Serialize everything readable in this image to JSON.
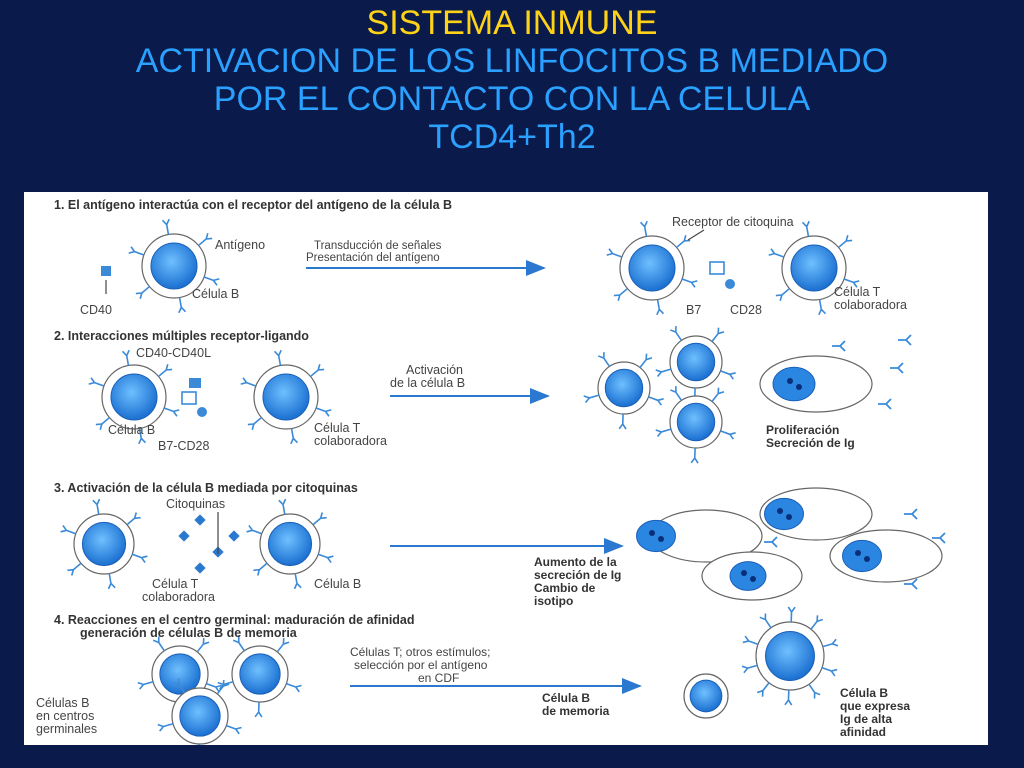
{
  "slide": {
    "title": "SISTEMA INMUNE",
    "subtitle_line1": "ACTIVACION DE LOS LINFOCITOS B MEDIADO",
    "subtitle_line2": "POR EL CONTACTO CON LA CELULA",
    "subtitle_line3": "TCD4+Th2"
  },
  "colors": {
    "background": "#0a1a4a",
    "title": "#ffd21a",
    "subtitle": "#2aa0ff",
    "cell": "#2a86e0",
    "arrow": "#2a78d0",
    "receptor": "#3a8ad8"
  },
  "panel1": {
    "heading": "1. El antígeno interactúa con el receptor del antígeno de la célula B",
    "antigen": "Antígeno",
    "cd40": "CD40",
    "b_cell": "Célula B",
    "arrow_line1": "Transducción de señales",
    "arrow_line2": "Presentación del antígeno",
    "cytokine_receptor": "Receptor de citoquina",
    "b7": "B7",
    "cd28": "CD28",
    "t_cell_line1": "Célula T",
    "t_cell_line2": "colaboradora"
  },
  "panel2": {
    "heading": "2. Interacciones múltiples receptor-ligando",
    "cd40l": "CD40-CD40L",
    "b_cell": "Célula B",
    "b7cd28": "B7-CD28",
    "t_cell_line1": "Célula T",
    "t_cell_line2": "colaboradora",
    "arrow_line1": "Activación",
    "arrow_line2": "de la célula B",
    "result_line1": "Proliferación",
    "result_line2": "Secreción de Ig"
  },
  "panel3": {
    "heading": "3. Activación de la célula B mediada por citoquinas",
    "cytokines": "Citoquinas",
    "t_cell_line1": "Célula T",
    "t_cell_line2": "colaboradora",
    "b_cell": "Célula B",
    "result_line1": "Aumento de la",
    "result_line2": "secreción de Ig",
    "result_line3": "Cambio de",
    "result_line4": "isotipo"
  },
  "panel4": {
    "heading_line1": "4. Reacciones en el centro germinal: maduración de afinidad",
    "heading_line2": "generación de células B de memoria",
    "arrow_line1": "Células T; otros estímulos;",
    "arrow_line2": "selección por el antígeno",
    "arrow_line3": "en CDF",
    "left_line1": "Células B",
    "left_line2": "en centros",
    "left_line3": "germinales",
    "memory_line1": "Célula B",
    "memory_line2": "de memoria",
    "hi_line1": "Célula B",
    "hi_line2": "que expresa",
    "hi_line3": "Ig de alta",
    "hi_line4": "afinidad"
  }
}
